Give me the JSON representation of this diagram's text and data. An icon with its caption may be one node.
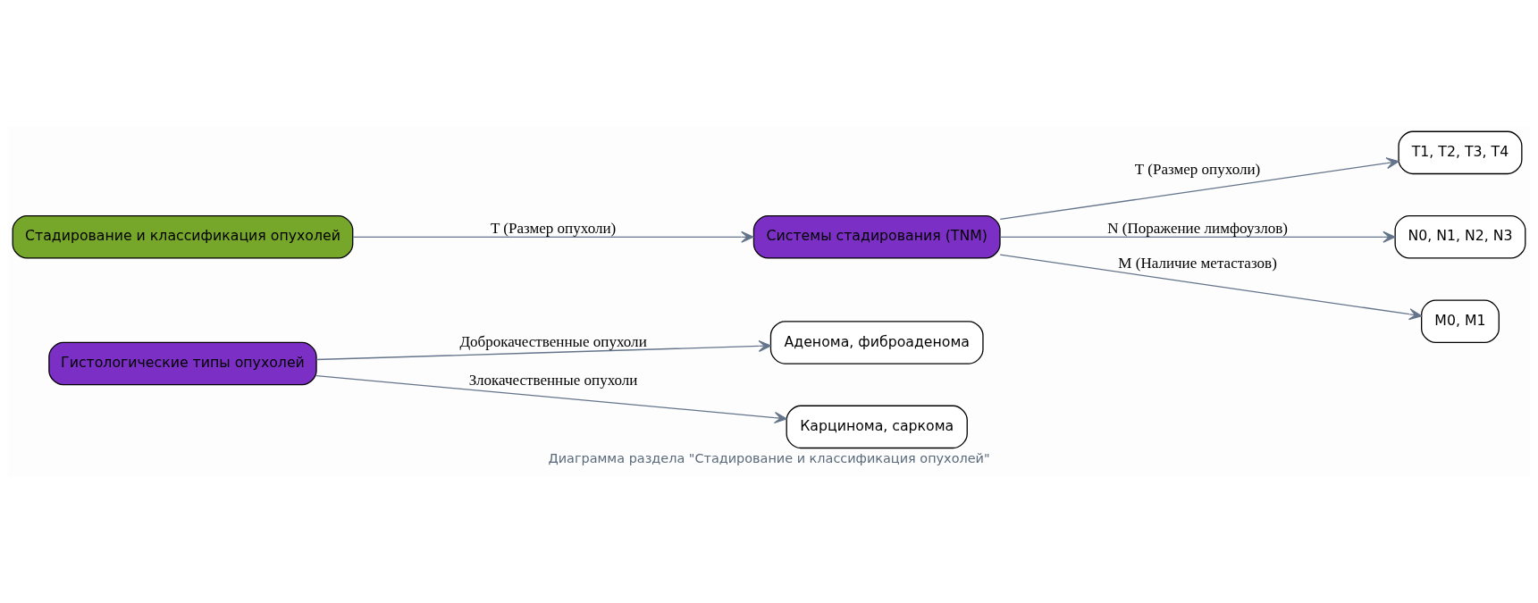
{
  "diagram": {
    "title": "Диаграмма раздела \"Стадирование и классификация опухолей\"",
    "nodes": [
      {
        "text": [
          "Гистологические типы опухолей"
        ]
      },
      {
        "text": [
          "Аденома, фиброаденома"
        ]
      },
      {
        "text": [
          "Карцинома, саркома"
        ]
      },
      {
        "text": [
          "Стадирование и классификация опухолей"
        ]
      },
      {
        "text": [
          "Системы стадирования (TNM)"
        ]
      },
      {
        "text": [
          "T1, T2, T3, T4"
        ]
      },
      {
        "text": [
          "N0, N1, N2, N3"
        ]
      },
      {
        "text": [
          "M0, M1"
        ]
      }
    ],
    "edges": [
      {
        "from": 0,
        "to": 1,
        "arrow": "to",
        "label": "Доброкачественные опухоли"
      },
      {
        "from": 0,
        "to": 2,
        "arrow": "to",
        "label": "Злокачественные опухоли"
      },
      {
        "from": 3,
        "to": 4,
        "arrow": "to",
        "label": "T (Размер опухоли)"
      },
      {
        "from": 4,
        "to": 5,
        "arrow": "to",
        "label": "T (Размер опухоли)"
      },
      {
        "from": 4,
        "to": 6,
        "arrow": "to",
        "label": "N (Поражение лимфоузлов)"
      },
      {
        "from": 4,
        "to": 7,
        "arrow": "to",
        "label": "M (Наличие метастазов)"
      }
    ]
  }
}
